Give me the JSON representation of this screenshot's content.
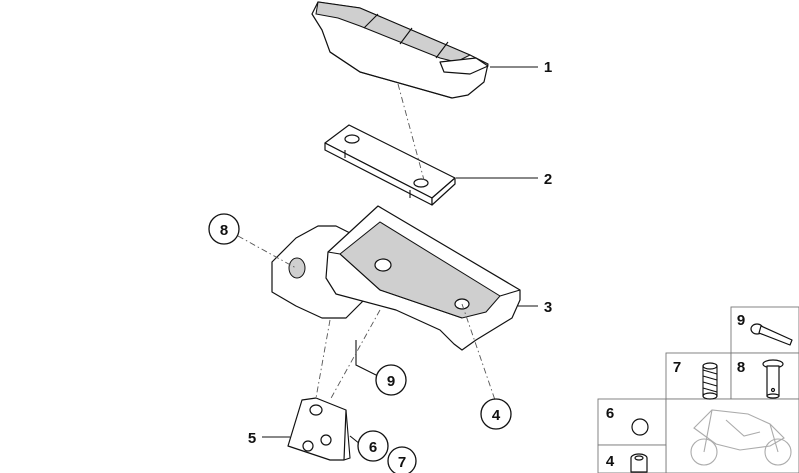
{
  "callouts": {
    "c1": "1",
    "c2": "2",
    "c3": "3",
    "c4": "4",
    "c5": "5",
    "c6": "6",
    "c7": "7",
    "c8": "8",
    "c9": "9"
  },
  "legend": {
    "l9": "9",
    "l7": "7",
    "l8": "8",
    "l6": "6",
    "l4": "4"
  }
}
